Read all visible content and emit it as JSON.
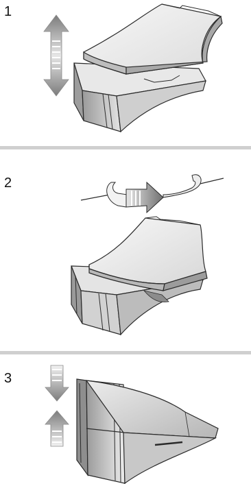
{
  "steps": [
    {
      "number": "1",
      "action": "lift-and-lower",
      "icon": "double-arrow-vertical-icon"
    },
    {
      "number": "2",
      "action": "rotate",
      "icon": "rotate-arrow-icon"
    },
    {
      "number": "3",
      "action": "press-together",
      "icon": "inward-arrows-icon"
    }
  ],
  "colors": {
    "arrow": "#8a8a8a",
    "divider": "#cfcfcf",
    "outline": "#2a2a2a",
    "shade_light": "#f2f2f2",
    "shade_mid": "#d6d6d6",
    "shade_dark": "#a8a8a8"
  }
}
